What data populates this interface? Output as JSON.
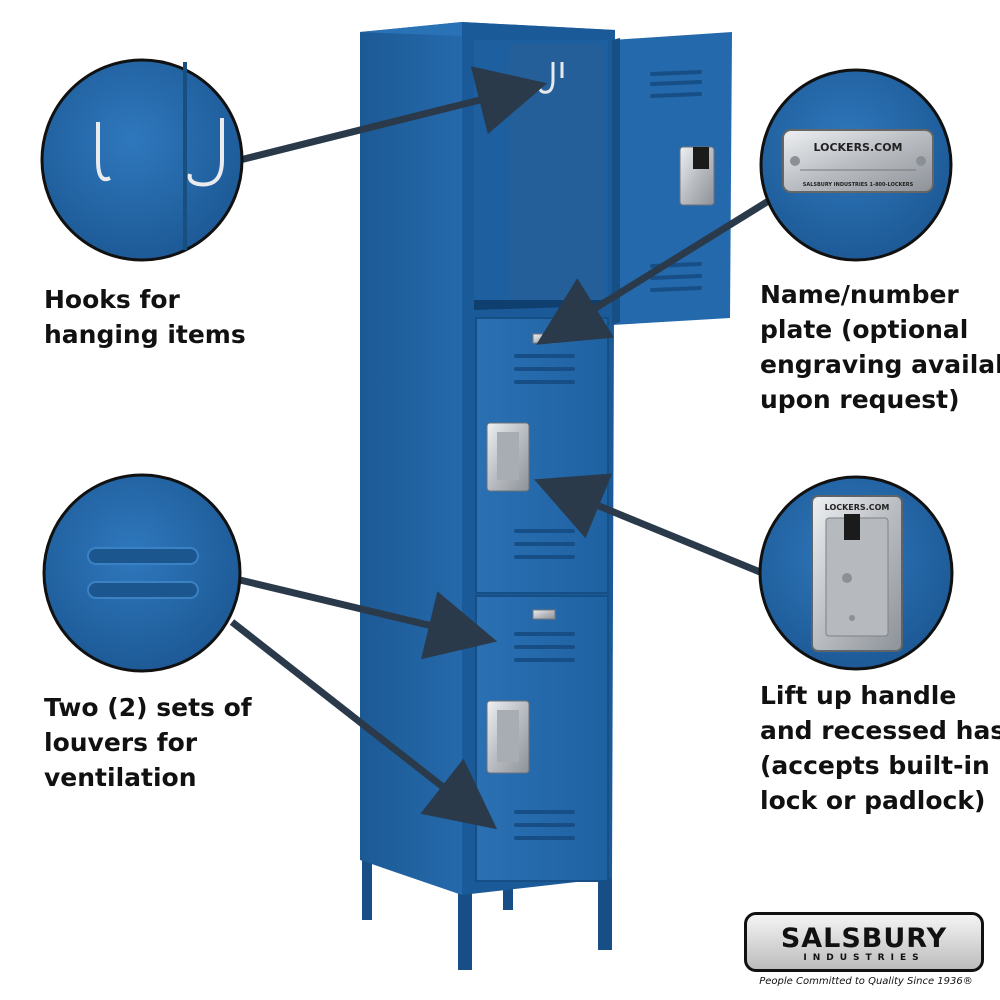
{
  "callouts": {
    "hooks": {
      "lines": [
        "Hooks for",
        "hanging items"
      ]
    },
    "plate": {
      "lines": [
        "Name/number",
        "plate (optional",
        "engraving available",
        "upon request)"
      ]
    },
    "louvers": {
      "lines": [
        "Two (2) sets of",
        "louvers for",
        "ventilation"
      ]
    },
    "handle": {
      "lines": [
        "Lift up handle",
        "and recessed hasp",
        "(accepts built-in",
        "lock or padlock)"
      ]
    }
  },
  "plate_closeup": {
    "brand": "LOCKERS.COM",
    "fine_print": "SALSBURY INDUSTRIES   1-800-LOCKERS"
  },
  "hasp_closeup": {
    "brand": "LOCKERS.COM"
  },
  "logo": {
    "name": "SALSBURY",
    "subtitle": "INDUSTRIES",
    "tagline": "People Committed to Quality Since 1936®"
  },
  "colors": {
    "locker_blue": "#1e63a3",
    "locker_dark": "#123f6f",
    "locker_light": "#3b82c4",
    "steel": "#c9ccd0",
    "arrow": "#2a3a4a"
  }
}
